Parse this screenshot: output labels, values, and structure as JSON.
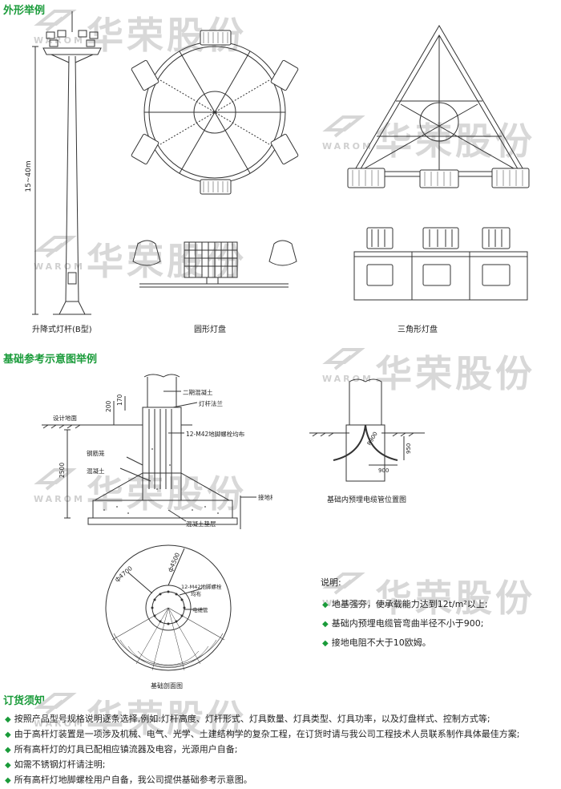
{
  "sections": {
    "appearance": "外形举例",
    "foundation": "基础参考示意图举例",
    "ordering": "订货须知"
  },
  "watermark": {
    "cn": "华荣股份",
    "en": "WAROM"
  },
  "figures": {
    "pole_height": "15~40m",
    "pole_caption": "升降式灯杆(B型)",
    "round_caption": "圆形灯盘",
    "triangle_caption": "三角形灯盘"
  },
  "foundation": {
    "label_concrete2": "二期混凝土",
    "label_flange": "灯杆法兰",
    "label_ground": "设计地面",
    "label_bolts": "12-M42地脚螺栓均布",
    "label_cage": "钢筋笼",
    "label_concrete": "混凝土",
    "label_earth_rod": "接地杆",
    "label_cushion": "混凝土垫层",
    "dim_200": "200",
    "dim_170": "170",
    "dim_2500": "2500",
    "conduit_caption": "基础内预埋电缆管位置图",
    "dim_r900": "R900",
    "dim_900": "900",
    "dim_950": "950",
    "dim_4500": "ф4500",
    "dim_4700": "ф4700",
    "label_bolts_plan_1": "12-M42地脚螺栓",
    "label_bolts_plan_2": "均布",
    "label_cable": "电缆管",
    "section_caption": "基础剖面图"
  },
  "notes": {
    "title": "说明:",
    "items": [
      "地基强夯，使承载能力达到12t/m²以上;",
      "基础内预埋电缆管弯曲半径不小于900;",
      "接地电阻不大于10欧姆。"
    ]
  },
  "ordering": {
    "items": [
      "按照产品型号规格说明逐条选择,例如:灯杆高度、灯杆形式、灯具数量、灯具类型、灯具功率，以及灯盘样式、控制方式等;",
      "由于高杆灯装置是一项涉及机械、电气、光学、土建结构学的复杂工程，在订货时请与我公司工程技术人员联系制作具体最佳方案;",
      "所有高杆灯的灯具已配相应镇流器及电容，光源用户自备;",
      "如需不锈钢灯杆请注明;",
      "所有高杆灯地脚螺栓用户自备，我公司提供基础参考示意图。"
    ]
  },
  "colors": {
    "accent": "#1a9b3a",
    "line": "#333333",
    "watermark": "#d8d8d8"
  }
}
